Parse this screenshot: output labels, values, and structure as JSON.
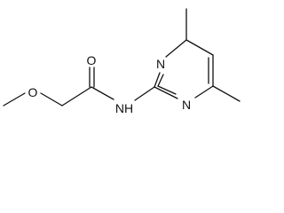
{
  "structure": {
    "atoms": {
      "methoxy_oxygen": "O",
      "carbonyl_oxygen": "O",
      "amide_nitrogen": "NH",
      "ring_nitrogen_top": "N",
      "ring_nitrogen_bottom": "N"
    }
  }
}
